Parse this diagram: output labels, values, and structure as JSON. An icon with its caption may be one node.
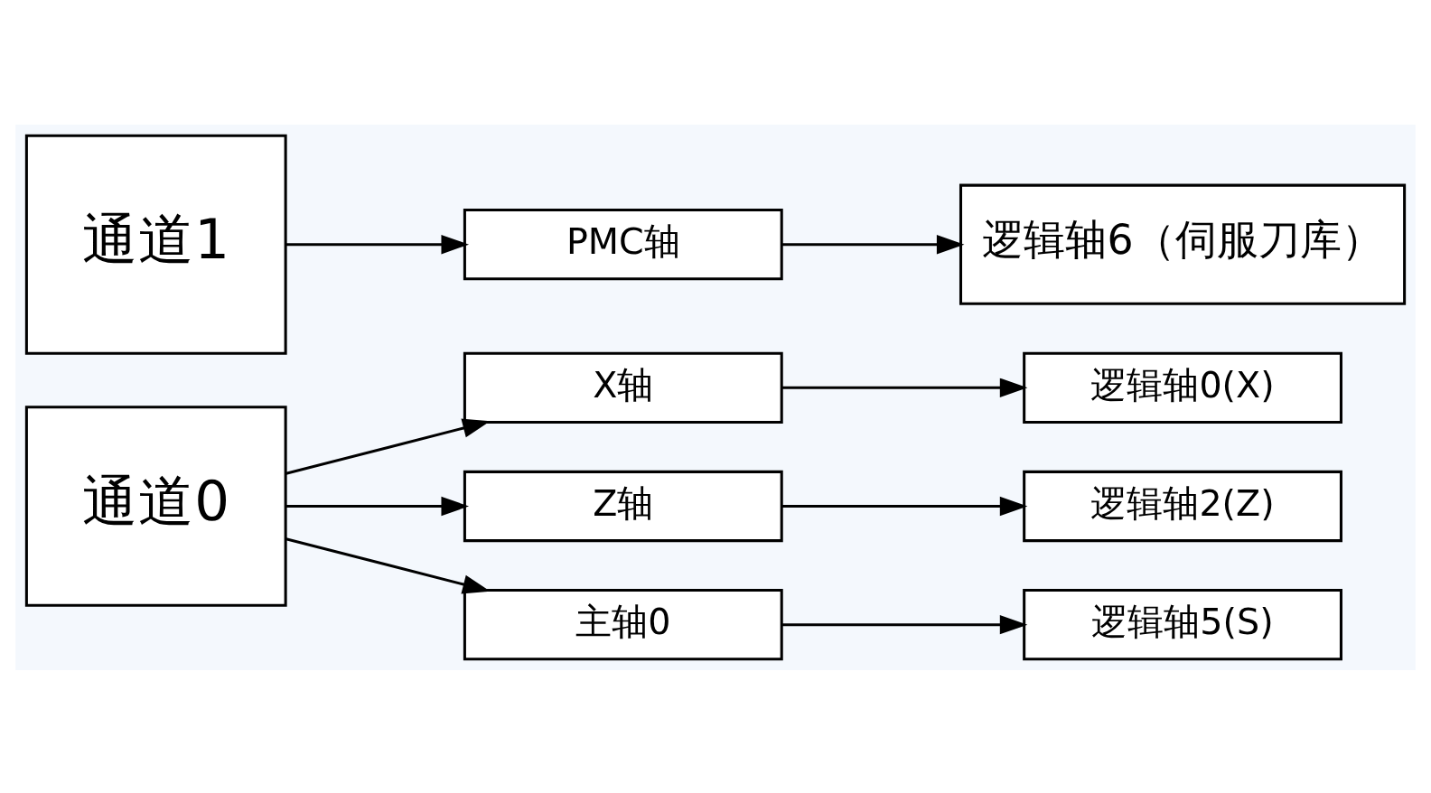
{
  "diagram": {
    "nodes": [
      {
        "text": [
          "通道0"
        ]
      },
      {
        "text": [
          "X轴"
        ]
      },
      {
        "text": [
          "Z轴"
        ]
      },
      {
        "text": [
          "主轴0"
        ]
      },
      {
        "text": [
          "逻辑轴0(X)"
        ]
      },
      {
        "text": [
          "逻辑轴2(Z)"
        ]
      },
      {
        "text": [
          "逻辑轴5(S)"
        ]
      },
      {
        "text": [
          "通道1"
        ]
      },
      {
        "text": [
          "PMC轴"
        ]
      },
      {
        "text": [
          "逻辑轴6（伺服刀库）"
        ]
      }
    ],
    "edges": [
      {
        "from": 0,
        "to": 1,
        "arrow": "to"
      },
      {
        "from": 0,
        "to": 2,
        "arrow": "to"
      },
      {
        "from": 0,
        "to": 3,
        "arrow": "to"
      },
      {
        "from": 1,
        "to": 4,
        "arrow": "to"
      },
      {
        "from": 2,
        "to": 5,
        "arrow": "to"
      },
      {
        "from": 3,
        "to": 6,
        "arrow": "to"
      },
      {
        "from": 7,
        "to": 8,
        "arrow": "to"
      },
      {
        "from": 8,
        "to": 9,
        "arrow": "to"
      }
    ]
  }
}
